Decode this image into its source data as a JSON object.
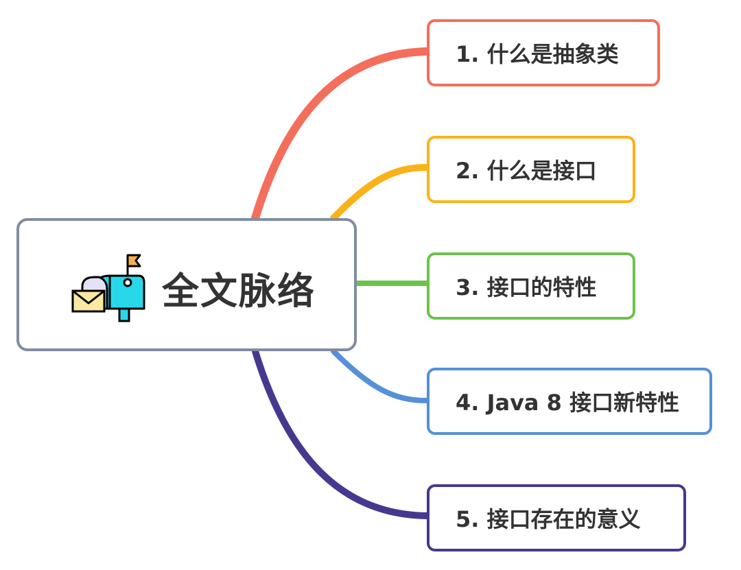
{
  "central": {
    "title": "全文脉络",
    "icon": "mailbox-icon"
  },
  "topics": [
    {
      "label": "1. 什么是抽象类",
      "color": "#f46e5b"
    },
    {
      "label": "2. 什么是接口",
      "color": "#fbb218"
    },
    {
      "label": "3. 接口的特性",
      "color": "#6cc24a"
    },
    {
      "label": "4. Java 8 接口新特性",
      "color": "#5590d9"
    },
    {
      "label": "5. 接口存在的意义",
      "color": "#45398f"
    }
  ]
}
